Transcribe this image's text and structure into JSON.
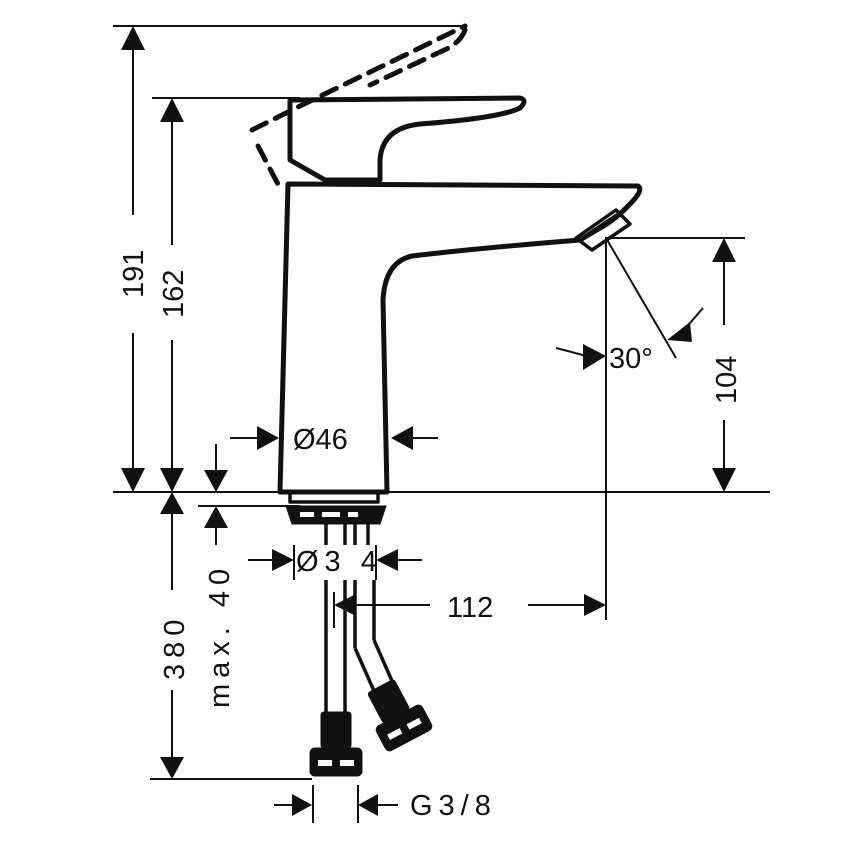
{
  "drawing": {
    "subject": "Basin mixer faucet technical drawing",
    "stroke_color": "#111111",
    "background": "#ffffff"
  },
  "dimensions": {
    "total_height_open": "191",
    "body_height": "162",
    "spout_height": "104",
    "spout_angle": "30°",
    "body_diameter": "Ø46",
    "shank_diameter": "Ø3 4",
    "spout_reach": "112",
    "max_counter_thickness": "max. 40",
    "hose_length": "380",
    "connection_thread": "G3/8"
  }
}
